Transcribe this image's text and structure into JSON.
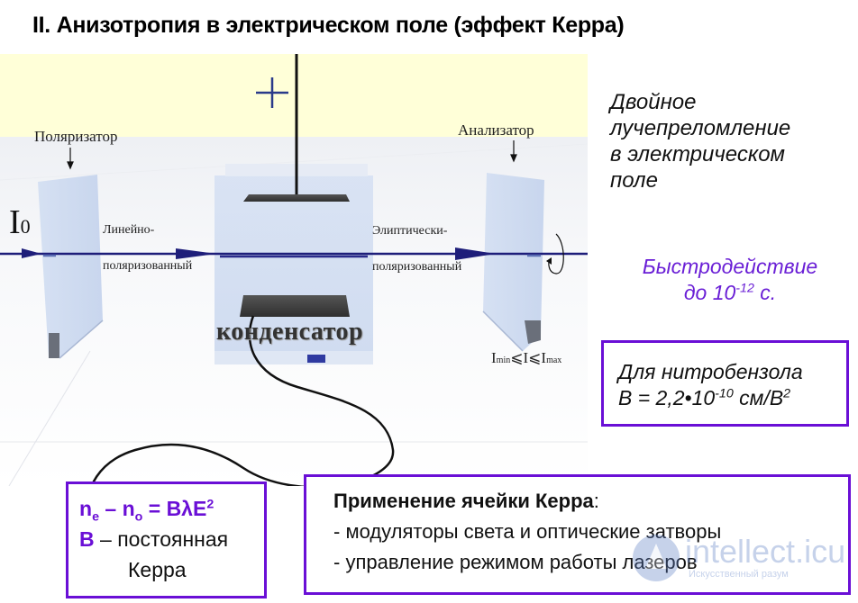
{
  "slide": {
    "title": "II. Анизотропия в электрическом поле (эффект Керра)"
  },
  "diagram": {
    "plus_sign": "+",
    "polarizer_label": "Поляризатор",
    "analyzer_label": "Анализатор",
    "intensity_in": {
      "symbol": "I",
      "subscript": "0"
    },
    "linear_label_line1": "Линейно-",
    "linear_label_line2": "поляризованный",
    "elliptic_label_line1": "Элиптически-",
    "elliptic_label_line2": "поляризованный",
    "capacitor_label": "конденсатор",
    "intensity_range": {
      "left": "I",
      "left_sub": "min",
      "rel1": "⩽",
      "middle": "I",
      "rel2": "⩽",
      "right": "I",
      "right_sub": "max"
    },
    "colors": {
      "beam": "#1e1e7a",
      "background_band": "#ffffd8",
      "glass": "#c9d7ee",
      "plate": "#3d3d3d"
    }
  },
  "side_notes": {
    "birefringence": [
      "Двойное",
      "лучепреломление",
      "в электрическом",
      "поле"
    ],
    "speed_line1": "Быстродействие",
    "speed_line2_prefix": "до 10",
    "speed_line2_exp": "-12",
    "speed_line2_suffix": " с."
  },
  "nitrobenzene_box": {
    "line1": "Для нитробензола",
    "line2_prefix": "В = 2,2•10",
    "line2_exp": "-10",
    "line2_unit": " см/В",
    "line2_unit_exp": "2"
  },
  "formula_box": {
    "n": "n",
    "sub_e": "e",
    "minus": " – ",
    "sub_o": "o",
    "rhs": " = BλE",
    "rhs_exp": "2",
    "b_symbol": "B",
    "b_desc": " – постоянная",
    "b_desc2": "Керра"
  },
  "applications_box": {
    "heading": "Применение ячейки Керра",
    "heading_colon": ":",
    "items": [
      "- модуляторы света и оптические затворы",
      "- управление режимом работы лазеров"
    ]
  },
  "watermark": {
    "brand": "intellect.icu",
    "tagline": "Искусственный разум"
  },
  "accent_color": "#6a0fd6"
}
